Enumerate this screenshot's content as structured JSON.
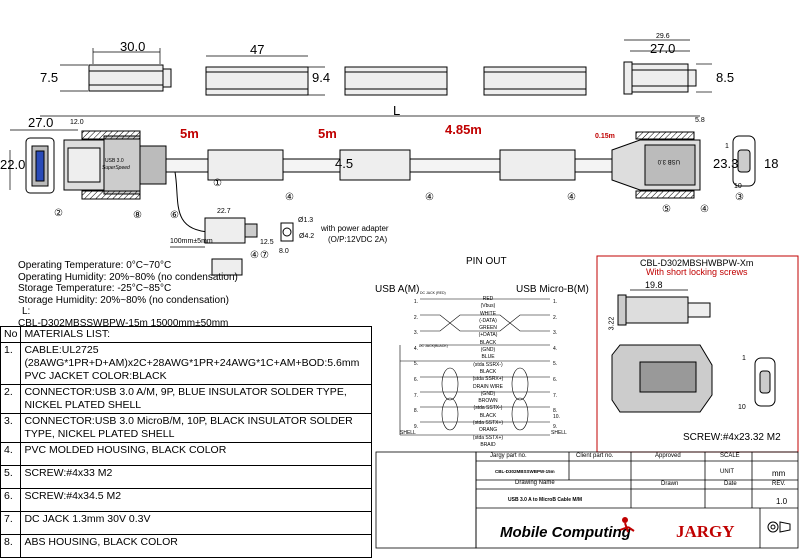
{
  "dims_top": {
    "d30": "30.0",
    "d7_5": "7.5",
    "d47": "47",
    "d9_4": "9.4",
    "d29_6": "29.6",
    "d27_0b": "27.0",
    "d8_5": "8.5"
  },
  "dims_main": {
    "d27_0": "27.0",
    "d12_0": "12.0",
    "d22_0": "22.0",
    "L": "L",
    "len_5m_a": "5m",
    "len_5m_b": "5m",
    "len_4_85m": "4.85m",
    "len_0_15m": "0.15m",
    "d4_5": "4.5",
    "d5_8": "5.8",
    "d23_3": "23.3",
    "d18": "18",
    "pin1": "1",
    "pin10": "10",
    "d22_7": "22.7",
    "d12_5": "12.5",
    "d100": "100mm±5mm",
    "d1_3": "Ø1.3",
    "d4_2": "Ø4.2",
    "d8_0": "8.0",
    "adapter_title": "with power adapter",
    "adapter_spec": "(O/P:12VDC 2A)",
    "plug_text1": "USB 3.0",
    "plug_text2": "SuperSpeed"
  },
  "callouts": [
    "①",
    "②",
    "③",
    "④",
    "④",
    "④",
    "④",
    "⑤",
    "⑥",
    "⑧",
    "④",
    "⑦"
  ],
  "specs": {
    "op_temp": "Operating Temperature: 0°C~70°C",
    "op_hum": "Operating Humidity: 20%~80% (no condensation)",
    "st_temp": "Storage Temperature: -25°C~85°C",
    "st_hum": "Storage  Humidity: 20%~80% (no condensation)",
    "L_label": "L:",
    "part_len": "CBL-D302MBSSWBPW-15m    15000mm±50mm"
  },
  "materials": {
    "header_no": "No",
    "header_title": "MATERIALS LIST:",
    "rows": [
      {
        "no": "1.",
        "text": "CABLE:UL2725 (28AWG*1PR+D+AM)x2C+28AWG*1PR+24AWG*1C+AM+BOD:5.6mm  PVC JACKET COLOR:BLACK"
      },
      {
        "no": "2.",
        "text": "CONNECTOR:USB 3.0 A/M, 9P, BLUE INSULATOR SOLDER TYPE, NICKEL PLATED SHELL"
      },
      {
        "no": "3.",
        "text": "CONNECTOR:USB 3.0 MicroB/M, 10P, BLACK INSULATOR SOLDER TYPE, NICKEL PLATED SHELL"
      },
      {
        "no": "4.",
        "text": "PVC MOLDED HOUSING, BLACK COLOR"
      },
      {
        "no": "5.",
        "text": "SCREW:#4x33 M2"
      },
      {
        "no": "6.",
        "text": "SCREW:#4x34.5 M2"
      },
      {
        "no": "7.",
        "text": "DC JACK 1.3mm 30V 0.3V"
      },
      {
        "no": "8.",
        "text": "ABS HOUSING, BLACK COLOR"
      }
    ]
  },
  "pinout": {
    "title": "PIN OUT",
    "left_title": "USB A(M)",
    "right_title": "USB Micro-B(M)",
    "left_pins": [
      "1.",
      "2.",
      "3.",
      "4.",
      "5.",
      "6.",
      "7.",
      "8.",
      "9.",
      "SHELL"
    ],
    "right_pins": [
      "1.",
      "2.",
      "3.",
      "4.",
      "5.",
      "6.",
      "7.",
      "8.",
      "9.",
      "10.",
      "SHELL"
    ],
    "signals": [
      "RED",
      "(Vbus)",
      "WHITE",
      "(-DATA)",
      "GREEN",
      "(+DATA)",
      "BLACK",
      "(GND)",
      "BLUE",
      "(stda SSRX-)",
      "BLACK",
      "(stda SSRX+)",
      "DRAIN WIRE",
      "(GND)",
      "BROWN",
      "(stda SSTX-)",
      "BLACK",
      "(stda SSTX+)",
      "ORANG",
      "(stda SSTX+)",
      "BRAID"
    ],
    "dc_red": "DC JACK (RED)",
    "dc_black": "DC JACK(BLACK)"
  },
  "variant": {
    "title": "CBL-D302MBSHWBPW-Xm",
    "subtitle": "With short locking screws",
    "d19_8": "19.8",
    "d3_22": "3.22",
    "screw": "SCREW:#4x23.32 M2",
    "pin1": "1",
    "pin10": "10"
  },
  "title_block": {
    "jargy_no_label": "Jargy part no.",
    "client_no_label": "Client part no.",
    "approved": "Approved",
    "scale": "SCALE",
    "unit_label": "UNIT",
    "part_no": "CBL-D302MBSSWBPW-15m",
    "unit": "mm",
    "drawing_name": "Drawing Name",
    "drawn": "Drawn",
    "date": "Date",
    "rev_label": "REV.",
    "desc": "USB 3.0 A to MicroB Cable M/M",
    "rev": "1.0",
    "brand1": "Mobile Computing",
    "brand2": "JARGY"
  },
  "colors": {
    "red": "#c00000",
    "line": "#000000"
  }
}
